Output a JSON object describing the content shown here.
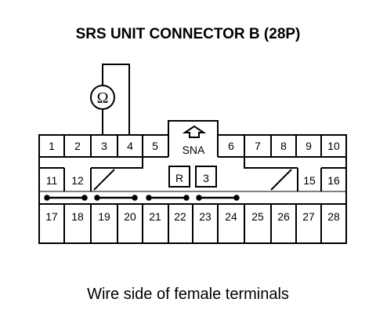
{
  "title": "SRS UNIT CONNECTOR B (28P)",
  "caption": "Wire side of female terminals",
  "meter_symbol": "Ω",
  "sna_label": "SNA",
  "locks": {
    "r": "R",
    "three": "3"
  },
  "pins": {
    "p1": "1",
    "p2": "2",
    "p3": "3",
    "p4": "4",
    "p5": "5",
    "p6": "6",
    "p7": "7",
    "p8": "8",
    "p9": "9",
    "p10": "10",
    "p11": "11",
    "p12": "12",
    "p15": "15",
    "p16": "16",
    "p17": "17",
    "p18": "18",
    "p19": "19",
    "p20": "20",
    "p21": "21",
    "p22": "22",
    "p23": "23",
    "p24": "24",
    "p25": "25",
    "p26": "26",
    "p27": "27",
    "p28": "28"
  },
  "icons": {
    "meter": "ohmmeter-icon",
    "arrow": "up-arrow-icon"
  }
}
